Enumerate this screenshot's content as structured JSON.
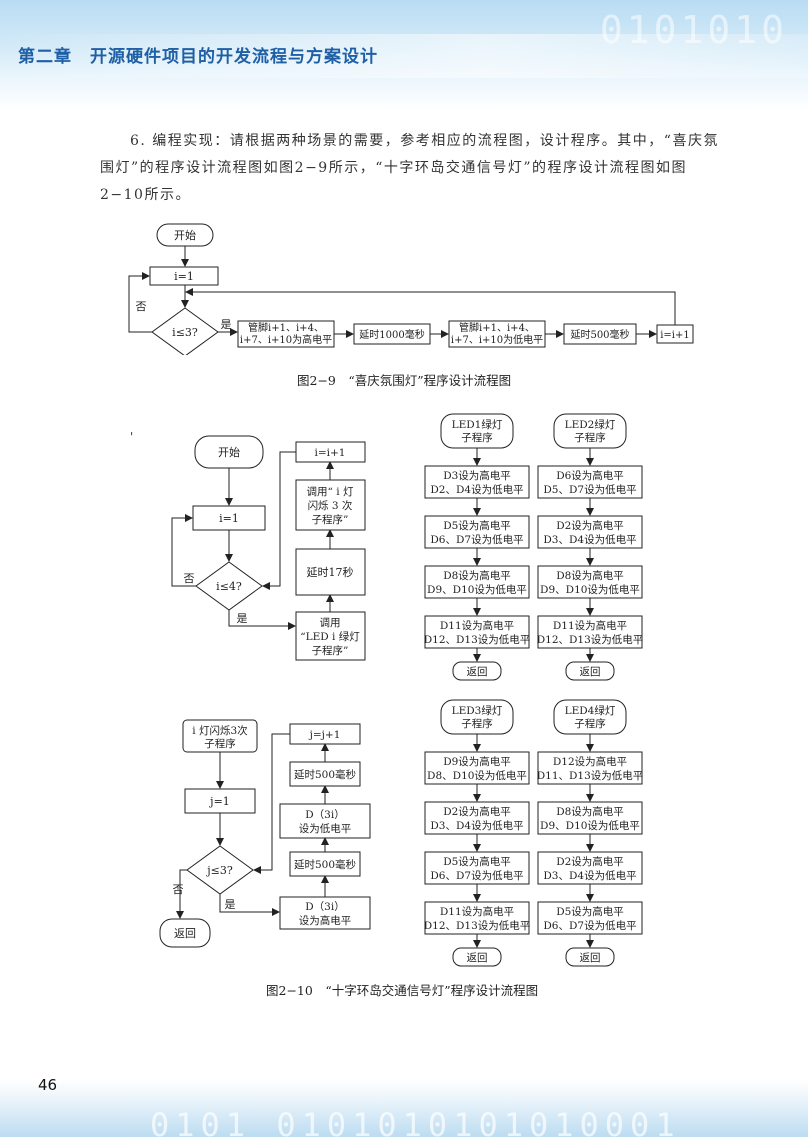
{
  "header": {
    "chapter_title": "第二章　开源硬件项目的开发流程与方案设计",
    "decor_digits": "0101010"
  },
  "paragraph": "6. 编程实现：请根据两种场景的需要，参考相应的流程图，设计程序。其中，“喜庆氛围灯”的程序设计流程图如图2−9所示，“十字环岛交通信号灯”的程序设计流程图如图2−10所示。",
  "stray_mark": "'",
  "figure_2_9": {
    "caption": "图2−9　“喜庆氛围灯”程序设计流程图",
    "start": "开始",
    "init": "i=1",
    "decision": "i≤3?",
    "yes": "是",
    "no": "否",
    "step1_line1": "管脚i+1、i+4、",
    "step1_line2": "i+7、i+10为高电平",
    "delay1": "延时1000毫秒",
    "step2_line1": "管脚i+1、i+4、",
    "step2_line2": "i+7、i+10为低电平",
    "delay2": "延时500毫秒",
    "increment": "i=i+1"
  },
  "figure_2_10": {
    "caption": "图2−10　“十字环岛交通信号灯”程序设计流程图",
    "main": {
      "start": "开始",
      "init": "i=1",
      "decision": "i≤4?",
      "yes": "是",
      "no": "否",
      "call_led_line1": "调用",
      "call_led_line2": "“LED i 绿灯",
      "call_led_line3": "子程序”",
      "delay": "延时17秒",
      "call_blink_line1": "调用“ i 灯",
      "call_blink_line2": "闪烁 3 次",
      "call_blink_line3": "子程序”",
      "increment": "i=i+1"
    },
    "blink_sub": {
      "title_line1": "i 灯闪烁3次",
      "title_line2": "子程序",
      "init": "j=1",
      "decision": "j≤3?",
      "yes": "是",
      "no": "否",
      "high_line1": "D（3i）",
      "high_line2": "设为高电平",
      "delay1": "延时500毫秒",
      "low_line1": "D（3i）",
      "low_line2": "设为低电平",
      "delay2": "延时500毫秒",
      "increment": "j=j+1",
      "return": "返回"
    },
    "led_subs": [
      {
        "title_line1": "LED1绿灯",
        "title_line2": "子程序",
        "steps": [
          [
            "D3设为高电平",
            "D2、D4设为低电平"
          ],
          [
            "D5设为高电平",
            "D6、D7设为低电平"
          ],
          [
            "D8设为高电平",
            "D9、D10设为低电平"
          ],
          [
            "D11设为高电平",
            "D12、D13设为低电平"
          ]
        ],
        "return": "返回"
      },
      {
        "title_line1": "LED2绿灯",
        "title_line2": "子程序",
        "steps": [
          [
            "D6设为高电平",
            "D5、D7设为低电平"
          ],
          [
            "D2设为高电平",
            "D3、D4设为低电平"
          ],
          [
            "D8设为高电平",
            "D9、D10设为低电平"
          ],
          [
            "D11设为高电平",
            "D12、D13设为低电平"
          ]
        ],
        "return": "返回"
      },
      {
        "title_line1": "LED3绿灯",
        "title_line2": "子程序",
        "steps": [
          [
            "D9设为高电平",
            "D8、D10设为低电平"
          ],
          [
            "D2设为高电平",
            "D3、D4设为低电平"
          ],
          [
            "D5设为高电平",
            "D6、D7设为低电平"
          ],
          [
            "D11设为高电平",
            "D12、D13设为低电平"
          ]
        ],
        "return": "返回"
      },
      {
        "title_line1": "LED4绿灯",
        "title_line2": "子程序",
        "steps": [
          [
            "D12设为高电平",
            "D11、D13设为低电平"
          ],
          [
            "D8设为高电平",
            "D9、D10设为低电平"
          ],
          [
            "D2设为高电平",
            "D3、D4设为低电平"
          ],
          [
            "D5设为高电平",
            "D6、D7设为低电平"
          ]
        ],
        "return": "返回"
      }
    ]
  },
  "footer": {
    "page_number": "46",
    "decor_digits": "0101 0101010101010001"
  }
}
